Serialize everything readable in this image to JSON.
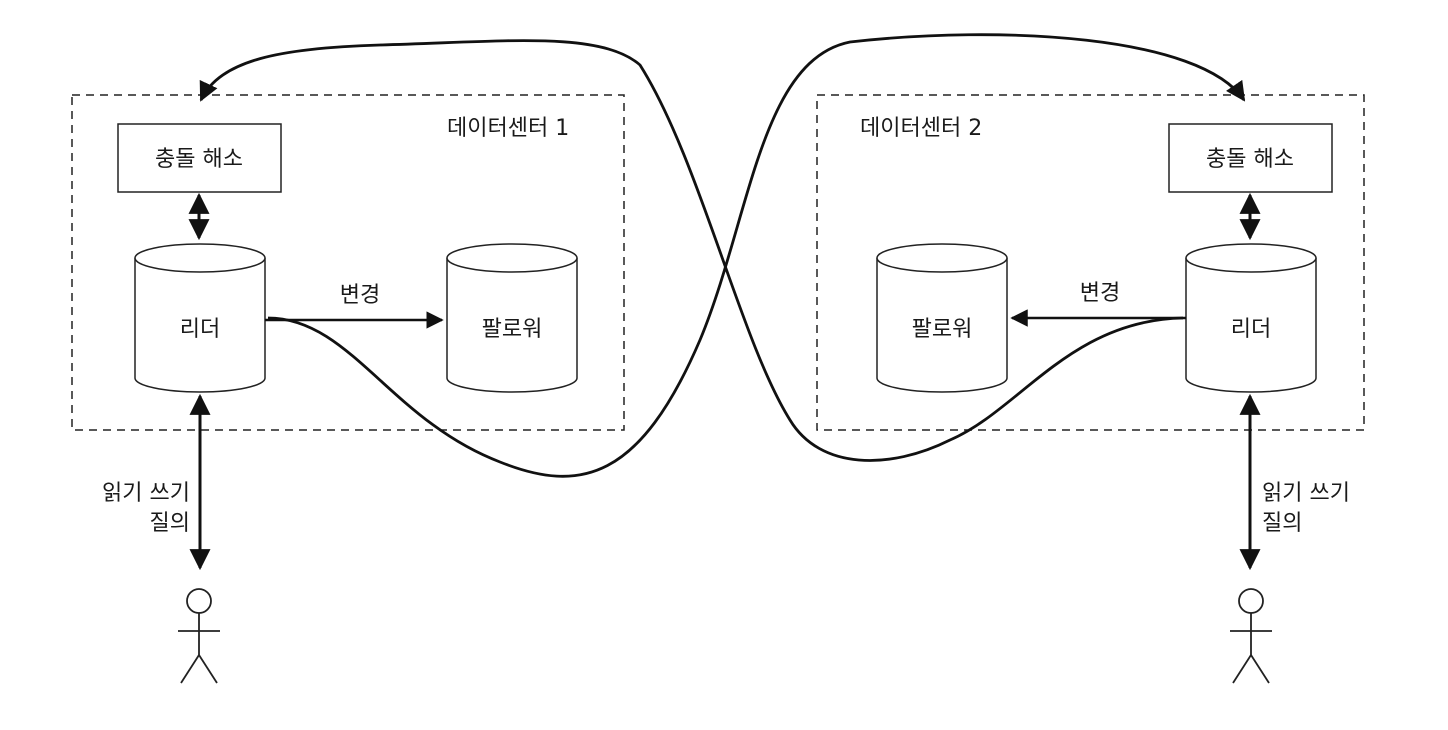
{
  "datacenters": [
    {
      "title": "데이터센터 1",
      "conflict_resolution": "충돌 해소",
      "leader": "리더",
      "follower": "팔로워",
      "change_label": "변경",
      "client_query": [
        "읽기 쓰기",
        "질의"
      ]
    },
    {
      "title": "데이터센터 2",
      "conflict_resolution": "충돌 해소",
      "leader": "리더",
      "follower": "팔로워",
      "change_label": "변경",
      "client_query": [
        "읽기 쓰기",
        "질의"
      ]
    }
  ]
}
